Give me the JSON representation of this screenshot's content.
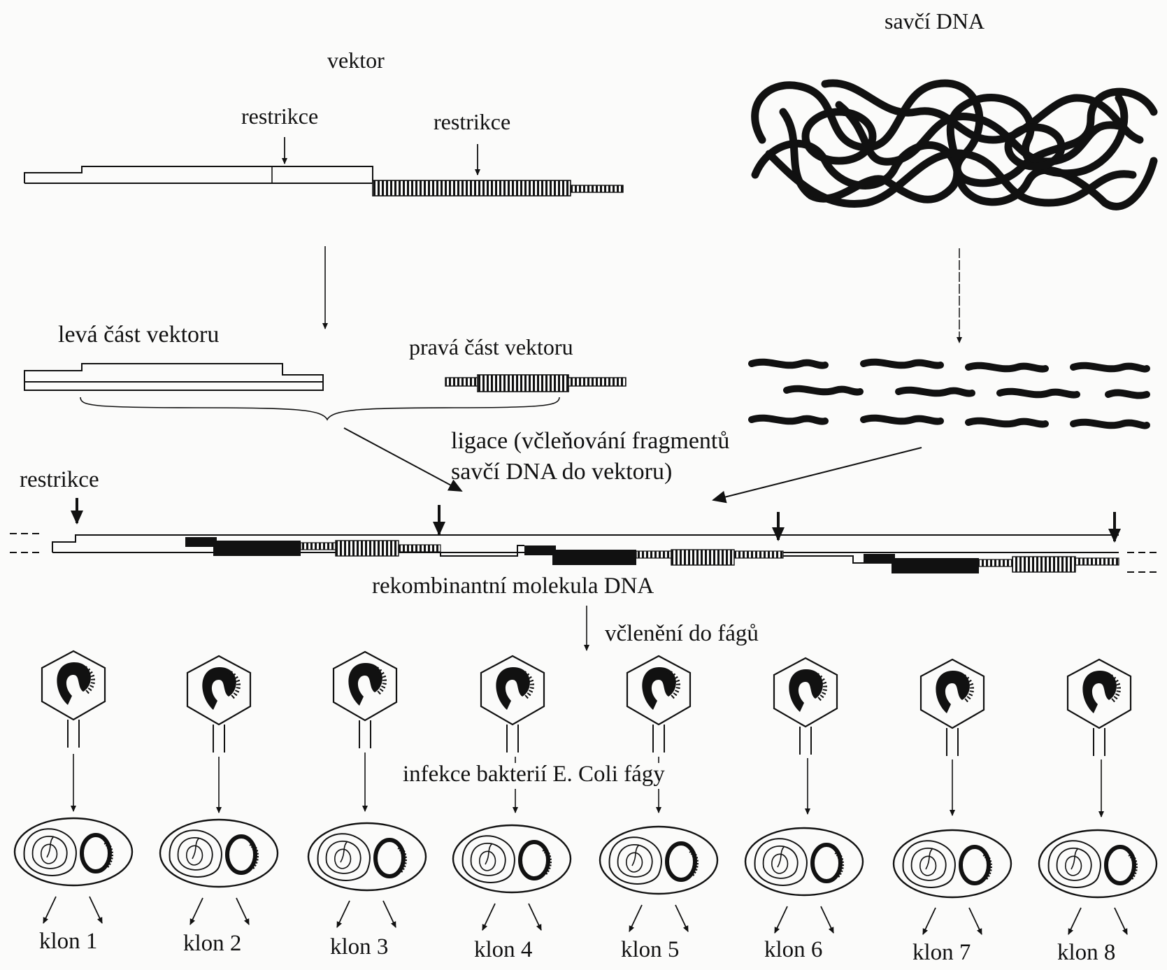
{
  "labels": {
    "mammal_dna": "savčí DNA",
    "vector": "vektor",
    "restriction_1": "restrikce",
    "restriction_2": "restrikce",
    "left_part": "levá část vektoru",
    "right_part": "pravá část vektoru",
    "ligation_line1": "ligace (včleňování fragmentů",
    "ligation_line2": "savčí DNA do vektoru)",
    "restriction_3": "restrikce",
    "recombinant": "rekombinantní molekula DNA",
    "phage_insertion": "včlenění do fágů",
    "infection": "infekce bakterií E. Coli fágy"
  },
  "clones": [
    "klon 1",
    "klon 2",
    "klon 3",
    "klon 4",
    "klon 5",
    "klon 6",
    "klon 7",
    "klon 8"
  ],
  "colors": {
    "ink": "#111111",
    "paper": "#fbfbfa"
  }
}
